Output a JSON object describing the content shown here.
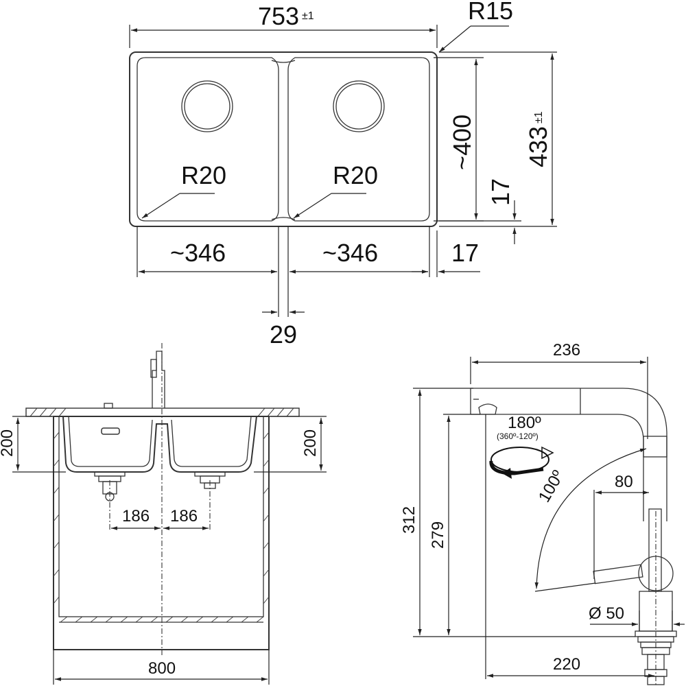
{
  "top_view": {
    "width": {
      "value": "753",
      "tol": "±1"
    },
    "corner_outer": "R15",
    "inner_length": "~400",
    "depth": {
      "value": "433",
      "tol": "±1"
    },
    "side_gap": "17",
    "corner_left": "R20",
    "corner_right": "R20",
    "bowl_left": "~346",
    "bowl_right": "~346",
    "rim_right": "17",
    "divider": "29"
  },
  "section_view": {
    "height_left": "200",
    "height_right": "200",
    "drain_left": "186",
    "drain_right": "186",
    "cabinet": "800"
  },
  "tap_view": {
    "reach": "236",
    "rotation": "180º",
    "rotation_range": "(360º-120º)",
    "height_total": "312",
    "height_spout": "279",
    "swivel": "100º",
    "handle": "80",
    "diameter": "Ø 50",
    "base": "220"
  }
}
